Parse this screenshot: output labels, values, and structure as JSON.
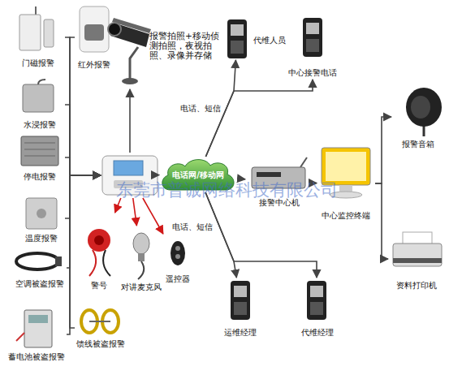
{
  "diagram": {
    "nodes": [
      {
        "text": [
          "门磁报警"
        ]
      },
      {
        "text": [
          "红外报警"
        ]
      },
      {
        "text": [
          "报警拍照+移动侦测拍照，夜视拍照、录像并存储"
        ]
      },
      {
        "text": [
          "代维人员"
        ]
      },
      {
        "text": [
          "中心接警电话"
        ]
      },
      {
        "text": [
          "水浸报警"
        ]
      },
      {
        "text": [
          "报警音箱"
        ]
      },
      {
        "text": [
          "停电报警"
        ]
      },
      {
        "text": []
      },
      {
        "text": [
          "电话网/移动网"
        ]
      },
      {
        "text": [
          "接警中心机"
        ]
      },
      {
        "text": [
          "中心监控终端"
        ]
      },
      {
        "text": [
          "温度报警"
        ]
      },
      {
        "text": [
          "警号"
        ]
      },
      {
        "text": [
          "对讲麦克风"
        ]
      },
      {
        "text": [
          "遥控器"
        ]
      },
      {
        "text": [
          "资料打印机"
        ]
      },
      {
        "text": [
          "空调被盗报警"
        ]
      },
      {
        "text": [
          "运维经理"
        ]
      },
      {
        "text": [
          "代维经理"
        ]
      },
      {
        "text": [
          "蓄电池被盗报警"
        ]
      },
      {
        "text": [
          "馈线被盗报警"
        ]
      }
    ],
    "edges": [
      {
        "from": 0,
        "to": 8,
        "arrow": "to"
      },
      {
        "from": 1,
        "to": 8,
        "arrow": "to"
      },
      {
        "from": 5,
        "to": 8,
        "arrow": "to"
      },
      {
        "from": 7,
        "to": 8,
        "arrow": "to"
      },
      {
        "from": 12,
        "to": 8,
        "arrow": "to"
      },
      {
        "from": 17,
        "to": 8,
        "arrow": "to"
      },
      {
        "from": 20,
        "to": 8,
        "arrow": "to"
      },
      {
        "from": 21,
        "to": 8,
        "arrow": "to"
      },
      {
        "from": 8,
        "to": 2,
        "arrow": "to"
      },
      {
        "from": 8,
        "to": 13,
        "arrow": "to"
      },
      {
        "from": 8,
        "to": 14,
        "arrow": "to"
      },
      {
        "from": 8,
        "to": 15,
        "arrow": "to"
      },
      {
        "from": 8,
        "to": 9,
        "arrow": "to"
      },
      {
        "from": 9,
        "to": 3,
        "label": "电话、短信",
        "arrow": "to"
      },
      {
        "from": 9,
        "to": 4,
        "arrow": "to"
      },
      {
        "from": 9,
        "to": 10,
        "arrow": "to"
      },
      {
        "from": 10,
        "to": 11,
        "arrow": "to"
      },
      {
        "from": 11,
        "to": 6,
        "arrow": "to"
      },
      {
        "from": 11,
        "to": 16,
        "arrow": "to"
      },
      {
        "from": 9,
        "to": 18,
        "label": "电话、短信",
        "arrow": "to"
      },
      {
        "from": 9,
        "to": 19,
        "arrow": "to"
      }
    ],
    "labels": [
      "东莞市普诚网络科技有限公司"
    ]
  }
}
